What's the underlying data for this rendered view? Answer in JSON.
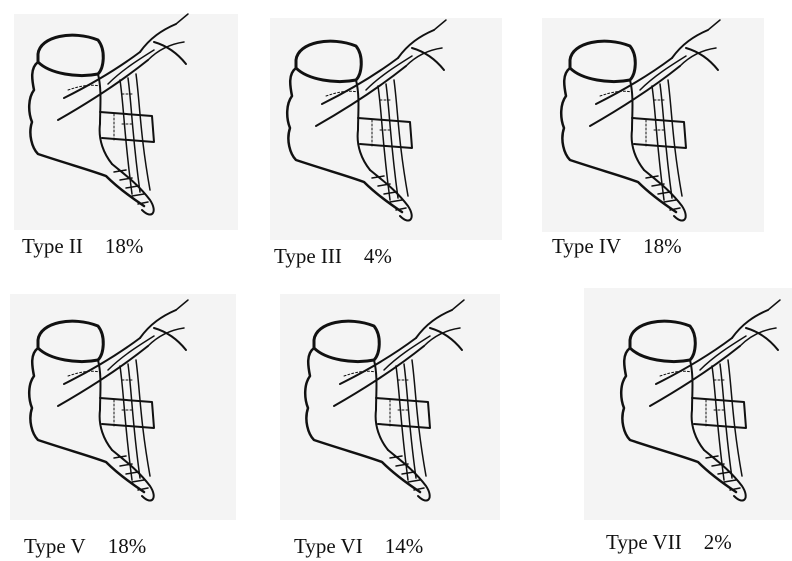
{
  "figure": {
    "panels": [
      {
        "type_label": "Type II",
        "percent": "18%"
      },
      {
        "type_label": "Type III",
        "percent": "4%"
      },
      {
        "type_label": "Type IV",
        "percent": "18%"
      },
      {
        "type_label": "Type V",
        "percent": "18%"
      },
      {
        "type_label": "Type VI",
        "percent": "14%"
      },
      {
        "type_label": "Type VII",
        "percent": "2%"
      }
    ]
  }
}
